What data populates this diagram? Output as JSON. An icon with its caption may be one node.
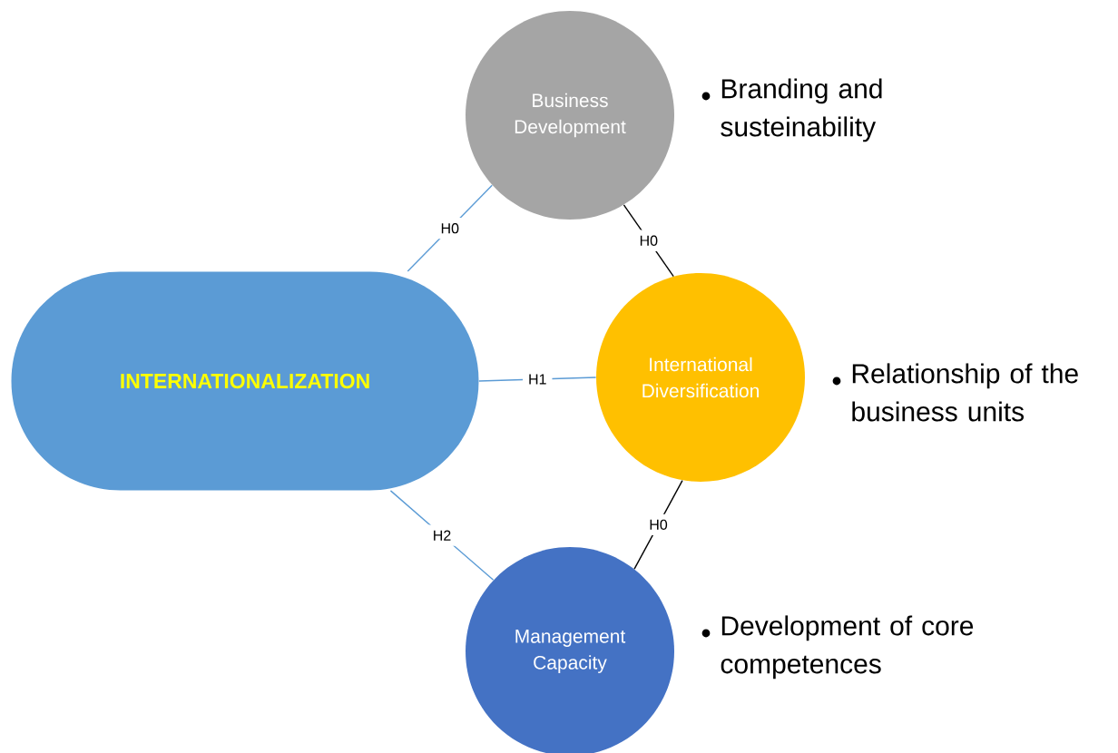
{
  "diagram": {
    "nodes": [
      {
        "text": [
          "INTERNATIONALIZATION"
        ]
      },
      {
        "text": [
          "Business Development"
        ],
        "beside": [
          "Branding and susteinability"
        ]
      },
      {
        "text": [
          "International Diversification"
        ],
        "beside": [
          "Relationship of the business units"
        ]
      },
      {
        "text": [
          "Management Capacity"
        ],
        "beside": [
          "Development of core competences"
        ]
      }
    ],
    "edges": [
      {
        "from": 0,
        "to": 1,
        "arrow": "none",
        "label": "H0"
      },
      {
        "from": 1,
        "to": 2,
        "arrow": "none",
        "label": "H0",
        "color": "#000000"
      },
      {
        "from": 0,
        "to": 2,
        "arrow": "none",
        "label": "H1"
      },
      {
        "from": 0,
        "to": 3,
        "arrow": "none",
        "label": "H2"
      },
      {
        "from": 2,
        "to": 3,
        "arrow": "none",
        "label": "H0",
        "color": "#000000"
      }
    ]
  }
}
